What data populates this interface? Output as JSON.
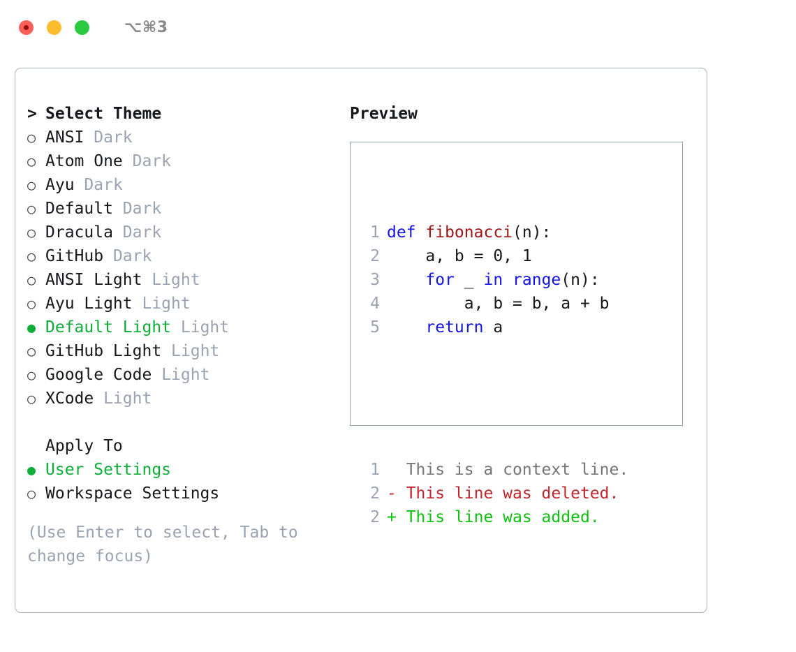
{
  "window": {
    "shortcut": "⌥⌘3",
    "traffic_lights": [
      {
        "name": "close-button",
        "color": "#fc5f57"
      },
      {
        "name": "minimize-button",
        "color": "#fcbc2e"
      },
      {
        "name": "maximize-button",
        "color": "#2bc93f"
      }
    ]
  },
  "theme_list": {
    "header": {
      "marker": ">",
      "label": "Select Theme"
    },
    "items": [
      {
        "marker": "○",
        "label": "ANSI",
        "category": "Dark",
        "selected": false
      },
      {
        "marker": "○",
        "label": "Atom One",
        "category": "Dark",
        "selected": false
      },
      {
        "marker": "○",
        "label": "Ayu",
        "category": "Dark",
        "selected": false
      },
      {
        "marker": "○",
        "label": "Default",
        "category": "Dark",
        "selected": false
      },
      {
        "marker": "○",
        "label": "Dracula",
        "category": "Dark",
        "selected": false
      },
      {
        "marker": "○",
        "label": "GitHub",
        "category": "Dark",
        "selected": false
      },
      {
        "marker": "○",
        "label": "ANSI Light",
        "category": "Light",
        "selected": false
      },
      {
        "marker": "○",
        "label": "Ayu Light",
        "category": "Light",
        "selected": false
      },
      {
        "marker": "●",
        "label": "Default Light",
        "category": "Light",
        "selected": true
      },
      {
        "marker": "○",
        "label": "GitHub Light",
        "category": "Light",
        "selected": false
      },
      {
        "marker": "○",
        "label": "Google Code",
        "category": "Light",
        "selected": false
      },
      {
        "marker": "○",
        "label": "XCode",
        "category": "Light",
        "selected": false
      }
    ]
  },
  "apply_to": {
    "header": {
      "label": "Apply To"
    },
    "items": [
      {
        "marker": "●",
        "label": "User Settings",
        "selected": true
      },
      {
        "marker": "○",
        "label": "Workspace Settings",
        "selected": false
      }
    ]
  },
  "hint": {
    "line1": "(Use Enter to select, Tab to",
    "line2": "change focus)"
  },
  "preview": {
    "title": "Preview",
    "code_lines": [
      {
        "num": "1",
        "tokens": [
          {
            "text": "def ",
            "style": "kw"
          },
          {
            "text": "fibonacci",
            "style": "fn"
          },
          {
            "text": "(n):",
            "style": "plain"
          }
        ]
      },
      {
        "num": "2",
        "tokens": [
          {
            "text": "    a, b = 0, 1",
            "style": "plain"
          }
        ]
      },
      {
        "num": "3",
        "tokens": [
          {
            "text": "    ",
            "style": "plain"
          },
          {
            "text": "for ",
            "style": "kw"
          },
          {
            "text": "_ ",
            "style": "plain"
          },
          {
            "text": "in ",
            "style": "kw"
          },
          {
            "text": "range",
            "style": "kw"
          },
          {
            "text": "(n):",
            "style": "plain"
          }
        ]
      },
      {
        "num": "4",
        "tokens": [
          {
            "text": "        a, b = b, a + b",
            "style": "plain"
          }
        ]
      },
      {
        "num": "5",
        "tokens": [
          {
            "text": "    ",
            "style": "plain"
          },
          {
            "text": "return ",
            "style": "kw"
          },
          {
            "text": "a",
            "style": "plain"
          }
        ]
      }
    ],
    "diff_lines": [
      {
        "num": "1",
        "tokens": [
          {
            "text": "  This is a context line.",
            "style": "ctx"
          }
        ]
      },
      {
        "num": "2",
        "tokens": [
          {
            "text": "- This line was deleted.",
            "style": "del"
          }
        ]
      },
      {
        "num": "2",
        "tokens": [
          {
            "text": "+ This line was added.",
            "style": "add"
          }
        ]
      }
    ]
  },
  "colors": {
    "accent_green": "#0ead3a",
    "keyword_blue": "#1414e6",
    "function_red": "#a01414",
    "diff_deleted": "#c0272d",
    "diff_added": "#0ec10e",
    "muted_gray": "#9aa3b0",
    "border": "#aab2bf"
  }
}
